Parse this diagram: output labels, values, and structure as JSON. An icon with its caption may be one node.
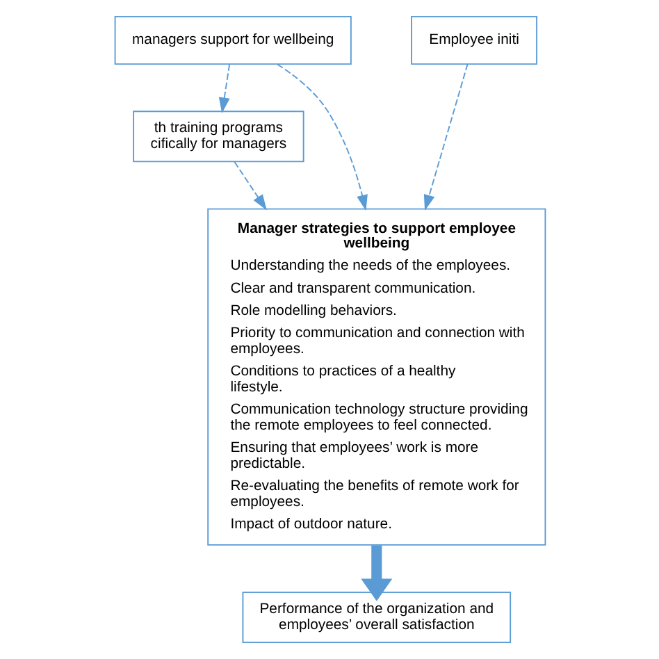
{
  "diagram": {
    "nodes": [
      {
        "text": [
          "managers support for wellbeing"
        ]
      },
      {
        "text": [
          "Employee initi"
        ]
      },
      {
        "text": [
          "th training programs cifically for managers"
        ]
      },
      {
        "text": [
          "Manager strategies to support employee wellbeing",
          "Understanding the needs of the employees.",
          "Clear and transparent communication.",
          "Role modelling behaviors.",
          "Priority to communication and connection with employees.",
          "Conditions to practices of a healthy lifestyle.",
          "Communication technology structure providing the remote employees to feel connected.",
          "Ensuring that employees’ work is more predictable.",
          "Re-evaluating the benefits of remote work for employees.",
          "Impact of outdoor nature."
        ]
      },
      {
        "text": [
          "Performance of the organization and employees’ overall satisfaction"
        ]
      }
    ],
    "edges": [
      {
        "from": 0,
        "to": 2,
        "arrow": "to",
        "style": "dashed"
      },
      {
        "from": 0,
        "to": 3,
        "arrow": "to",
        "style": "dashed"
      },
      {
        "from": 1,
        "to": 3,
        "arrow": "to",
        "style": "dashed"
      },
      {
        "from": 2,
        "to": 3,
        "arrow": "to",
        "style": "dashed"
      },
      {
        "from": 3,
        "to": 4,
        "arrow": "to",
        "style": "thick"
      }
    ]
  }
}
